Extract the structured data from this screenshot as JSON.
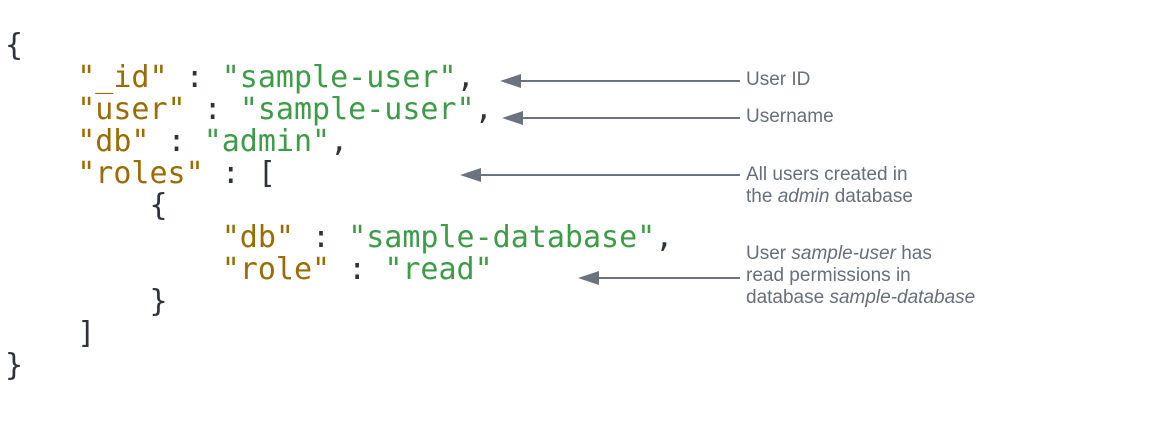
{
  "colors": {
    "key": "#9B6C04",
    "string": "#3E9B48",
    "punctuation": "#2E3439",
    "annotation": "#666F7A",
    "arrow": "#6B747E",
    "background": "#FFFFFF"
  },
  "code": {
    "language": "json",
    "lines": [
      [
        [
          "p",
          "{"
        ]
      ],
      [
        [
          "p",
          "    "
        ],
        [
          "k",
          "\"_id\""
        ],
        [
          "p",
          " : "
        ],
        [
          "s",
          "\"sample-user\""
        ],
        [
          "p",
          ","
        ]
      ],
      [
        [
          "p",
          "    "
        ],
        [
          "k",
          "\"user\""
        ],
        [
          "p",
          " : "
        ],
        [
          "s",
          "\"sample-user\""
        ],
        [
          "p",
          ","
        ]
      ],
      [
        [
          "p",
          "    "
        ],
        [
          "k",
          "\"db\""
        ],
        [
          "p",
          " : "
        ],
        [
          "s",
          "\"admin\""
        ],
        [
          "p",
          ","
        ]
      ],
      [
        [
          "p",
          "    "
        ],
        [
          "k",
          "\"roles\""
        ],
        [
          "p",
          " : ["
        ]
      ],
      [
        [
          "p",
          "        {"
        ]
      ],
      [
        [
          "p",
          "            "
        ],
        [
          "k",
          "\"db\""
        ],
        [
          "p",
          " : "
        ],
        [
          "s",
          "\"sample-database\""
        ],
        [
          "p",
          ","
        ]
      ],
      [
        [
          "p",
          "            "
        ],
        [
          "k",
          "\"role\""
        ],
        [
          "p",
          " : "
        ],
        [
          "s",
          "\"read\""
        ]
      ],
      [
        [
          "p",
          "        }"
        ]
      ],
      [
        [
          "p",
          "    ]"
        ]
      ],
      [
        [
          "p",
          "}"
        ]
      ]
    ]
  },
  "annotations": [
    {
      "name": "user-id",
      "lines": [
        [
          {
            "t": "User ID"
          }
        ]
      ]
    },
    {
      "name": "username",
      "lines": [
        [
          {
            "t": "Username"
          }
        ]
      ]
    },
    {
      "name": "admin-database",
      "lines": [
        [
          {
            "t": "All users created in"
          }
        ],
        [
          {
            "t": "the "
          },
          {
            "t": "admin",
            "i": true
          },
          {
            "t": " database"
          }
        ]
      ]
    },
    {
      "name": "read-permissions",
      "lines": [
        [
          {
            "t": "User "
          },
          {
            "t": "sample-user",
            "i": true
          },
          {
            "t": " has"
          }
        ],
        [
          {
            "t": "read permissions in"
          }
        ],
        [
          {
            "t": "database "
          },
          {
            "t": "sample-database",
            "i": true
          }
        ]
      ]
    }
  ]
}
